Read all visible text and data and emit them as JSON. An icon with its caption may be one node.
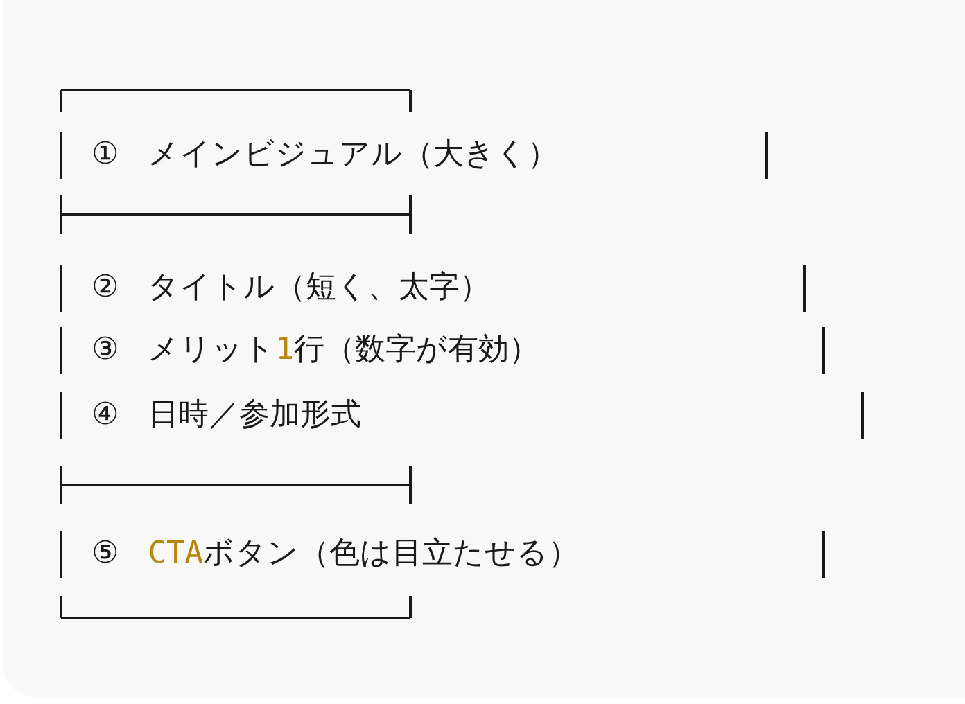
{
  "diagram": {
    "labels": [
      "① メインビジュアル（大きく）",
      "② タイトル（短く、太字）",
      "③ メリット**1**行（数字が有効）",
      "④ 日時／参加形式",
      "⑤ **CTA**ボタン（色は目立たせる）"
    ]
  }
}
